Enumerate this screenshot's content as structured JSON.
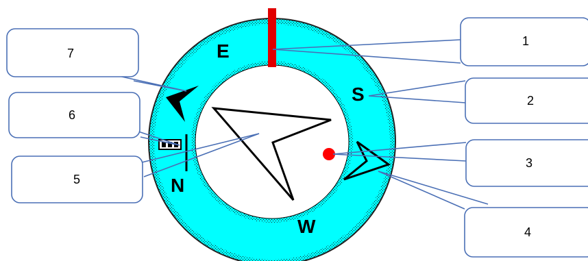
{
  "colors": {
    "ring_fill": "#00ffff",
    "ring_stipple": "#000000",
    "inner_fill": "#ffffff",
    "heading_marker": "#e00000",
    "target_dot": "#ff0000",
    "callout_stroke": "#4a6fb5",
    "callout_fill": "#ffffff",
    "pointer_fill": "#000000"
  },
  "directions": {
    "east": "E",
    "south": "S",
    "west": "W",
    "north": "N"
  },
  "callouts": [
    {
      "id": "callout-1",
      "label": "1"
    },
    {
      "id": "callout-2",
      "label": "2"
    },
    {
      "id": "callout-3",
      "label": "3"
    },
    {
      "id": "callout-4",
      "label": "4"
    },
    {
      "id": "callout-5",
      "label": "5"
    },
    {
      "id": "callout-6",
      "label": "6"
    },
    {
      "id": "callout-7",
      "label": "7"
    }
  ]
}
